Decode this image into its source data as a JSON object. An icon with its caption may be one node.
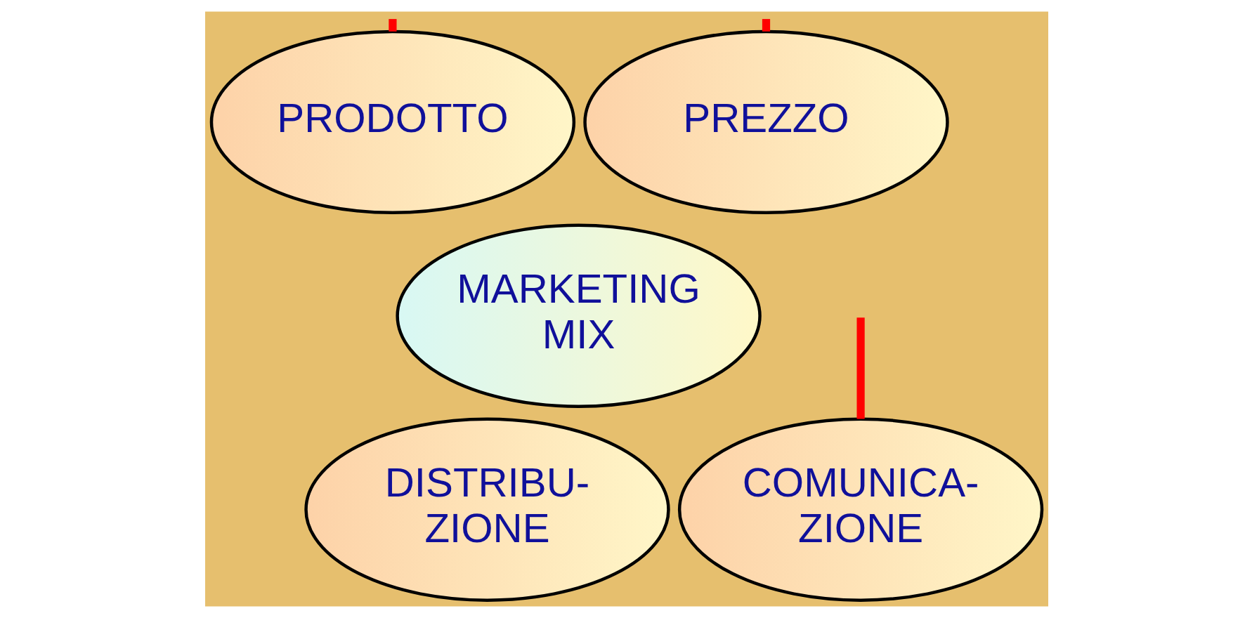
{
  "diagram": {
    "nodes": [
      {
        "text": [
          "PRODOTTO"
        ]
      },
      {
        "text": [
          "PREZZO"
        ]
      },
      {
        "text": [
          "MARKETING MIX"
        ]
      },
      {
        "text": [
          "DISTRIBU- ZIONE"
        ]
      },
      {
        "text": [
          "COMUNICA- ZIONE"
        ]
      }
    ],
    "edges": [
      {
        "from": null,
        "to": 0,
        "arrow": "none",
        "color": "#ff0000"
      },
      {
        "from": null,
        "to": 1,
        "arrow": "none",
        "color": "#ff0000"
      },
      {
        "from": null,
        "to": 4,
        "arrow": "none",
        "color": "#ff0000"
      }
    ]
  }
}
